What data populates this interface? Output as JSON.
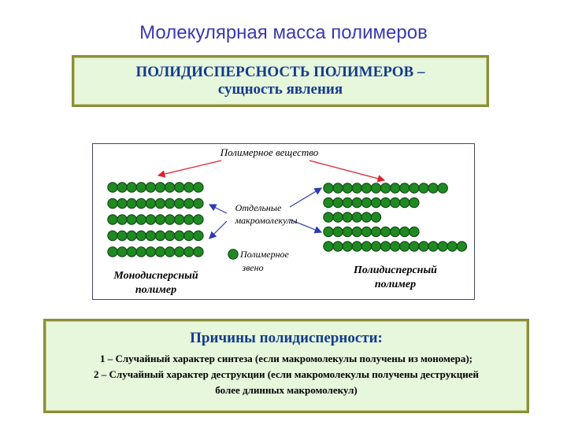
{
  "title": "Молекулярная масса полимеров",
  "header_box": {
    "line1": "ПОЛИДИСПЕРСНОСТЬ ПОЛИМЕРОВ –",
    "line2": "сущность явления"
  },
  "diagram": {
    "top_label": "Полимерное вещество",
    "center_label_1": "Отдельные",
    "center_label_2": "макромолекулы",
    "legend_label_1": "Полимерное",
    "legend_label_2": "звено",
    "left_caption_1": "Монодисперсный",
    "left_caption_2": "полимер",
    "right_caption_1": "Полидисперсный",
    "right_caption_2": "полимер",
    "mono_chain_lengths": [
      10,
      10,
      10,
      10,
      10
    ],
    "poly_chain_lengths": [
      13,
      10,
      6,
      10,
      15
    ],
    "colors": {
      "bead": "#1f8a22",
      "bead_outline": "#0d3d0f",
      "arrow_red": "#e0202e",
      "arrow_blue": "#2a3bb5"
    }
  },
  "reasons_box": {
    "heading": "Причины полидисперности:",
    "item1": "1 – Случайный характер синтеза (если макромолекулы получены из мономера);",
    "item2": "2 – Случайный характер деструкции (если макромолекулы получены деструкцией",
    "item3": "более длинных макромолекул)"
  }
}
